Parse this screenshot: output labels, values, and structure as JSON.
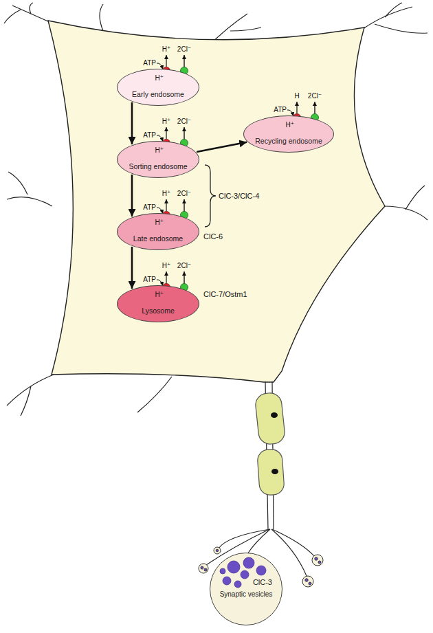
{
  "diagram": {
    "nodes": [
      {
        "text": [
          "Early endosome"
        ]
      },
      {
        "text": [
          "Sorting endosome"
        ]
      },
      {
        "text": [
          "Late endosome"
        ]
      },
      {
        "text": [
          "Lysosome"
        ]
      },
      {
        "text": [
          "Recycling endosome"
        ]
      },
      {
        "text": [
          "ClC-3",
          "Synaptic vesicles"
        ]
      }
    ],
    "edges": [
      {
        "from": 0,
        "to": 1,
        "arrow": "to"
      },
      {
        "from": 1,
        "to": 2,
        "arrow": "to"
      },
      {
        "from": 2,
        "to": 3,
        "arrow": "to"
      },
      {
        "from": 1,
        "to": 4,
        "arrow": "to"
      }
    ],
    "labels": [
      "ATP",
      "H⁺",
      "H⁺",
      "2Cl⁻",
      "ATP",
      "H⁺",
      "H⁺",
      "2Cl⁻",
      "ATP",
      "H⁺",
      "H⁺",
      "2Cl⁻",
      "ATP",
      "H⁺",
      "H⁺",
      "2Cl⁻",
      "ATP",
      "H",
      "H⁺",
      "2Cl⁻",
      "ClC-3/ClC-4",
      "ClC-6",
      "ClC-7/Ostm1"
    ]
  }
}
